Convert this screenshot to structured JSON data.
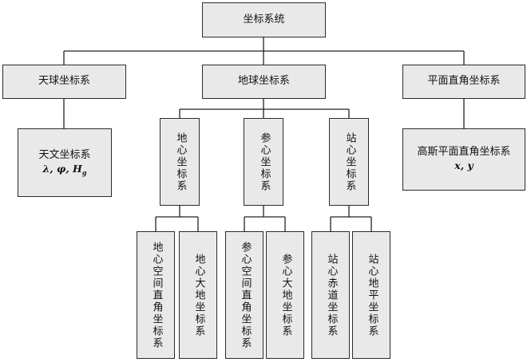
{
  "root": {
    "label": "坐标系统"
  },
  "level1": {
    "celestial": {
      "label": "天球坐标系"
    },
    "terrestrial": {
      "label": "地球坐标系"
    },
    "plane": {
      "label": "平面直角坐标系"
    }
  },
  "celestial_child": {
    "label": "天文坐标系",
    "formula_main": "λ, φ, H",
    "formula_sub": "g"
  },
  "plane_child": {
    "label": "高斯平面直角坐标系",
    "formula": "x, y"
  },
  "terrestrial_children": [
    {
      "label": "地心坐标系",
      "children": [
        "地心空间直角坐标系",
        "地心大地坐标系"
      ]
    },
    {
      "label": "参心坐标系",
      "children": [
        "参心空间直角坐标系",
        "参心大地坐标系"
      ]
    },
    {
      "label": "站心坐标系",
      "children": [
        "站心赤道坐标系",
        "站心地平坐标系"
      ]
    }
  ]
}
